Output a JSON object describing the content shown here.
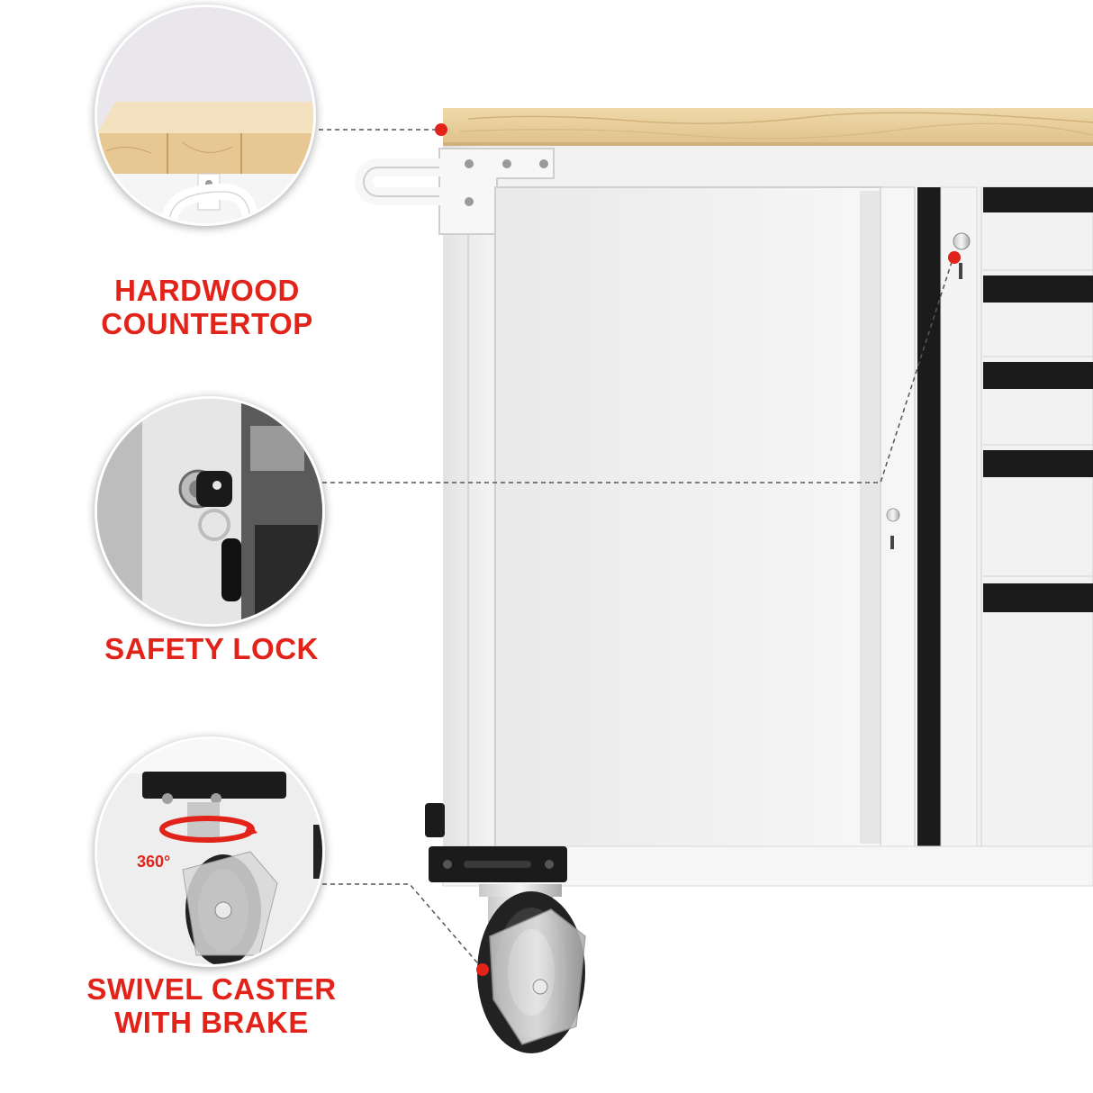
{
  "callouts": [
    {
      "id": "countertop",
      "title_line1": "HARDWOOD",
      "title_line2": "COUNTERTOP",
      "icon": "wood-countertop-detail"
    },
    {
      "id": "lock",
      "title_line1": "SAFETY LOCK",
      "icon": "key-lock-detail"
    },
    {
      "id": "caster",
      "title_line1": "SWIVEL CASTER",
      "title_line2": "WITH BRAKE",
      "rotation_label": "360°",
      "icon": "caster-wheel-detail"
    }
  ],
  "colors": {
    "accent_red": "#e2231a",
    "cabinet_white": "#f2f2f2",
    "wood": "#e8cf9d",
    "trim_black": "#1b1b1b",
    "dashed_line": "#555555"
  }
}
